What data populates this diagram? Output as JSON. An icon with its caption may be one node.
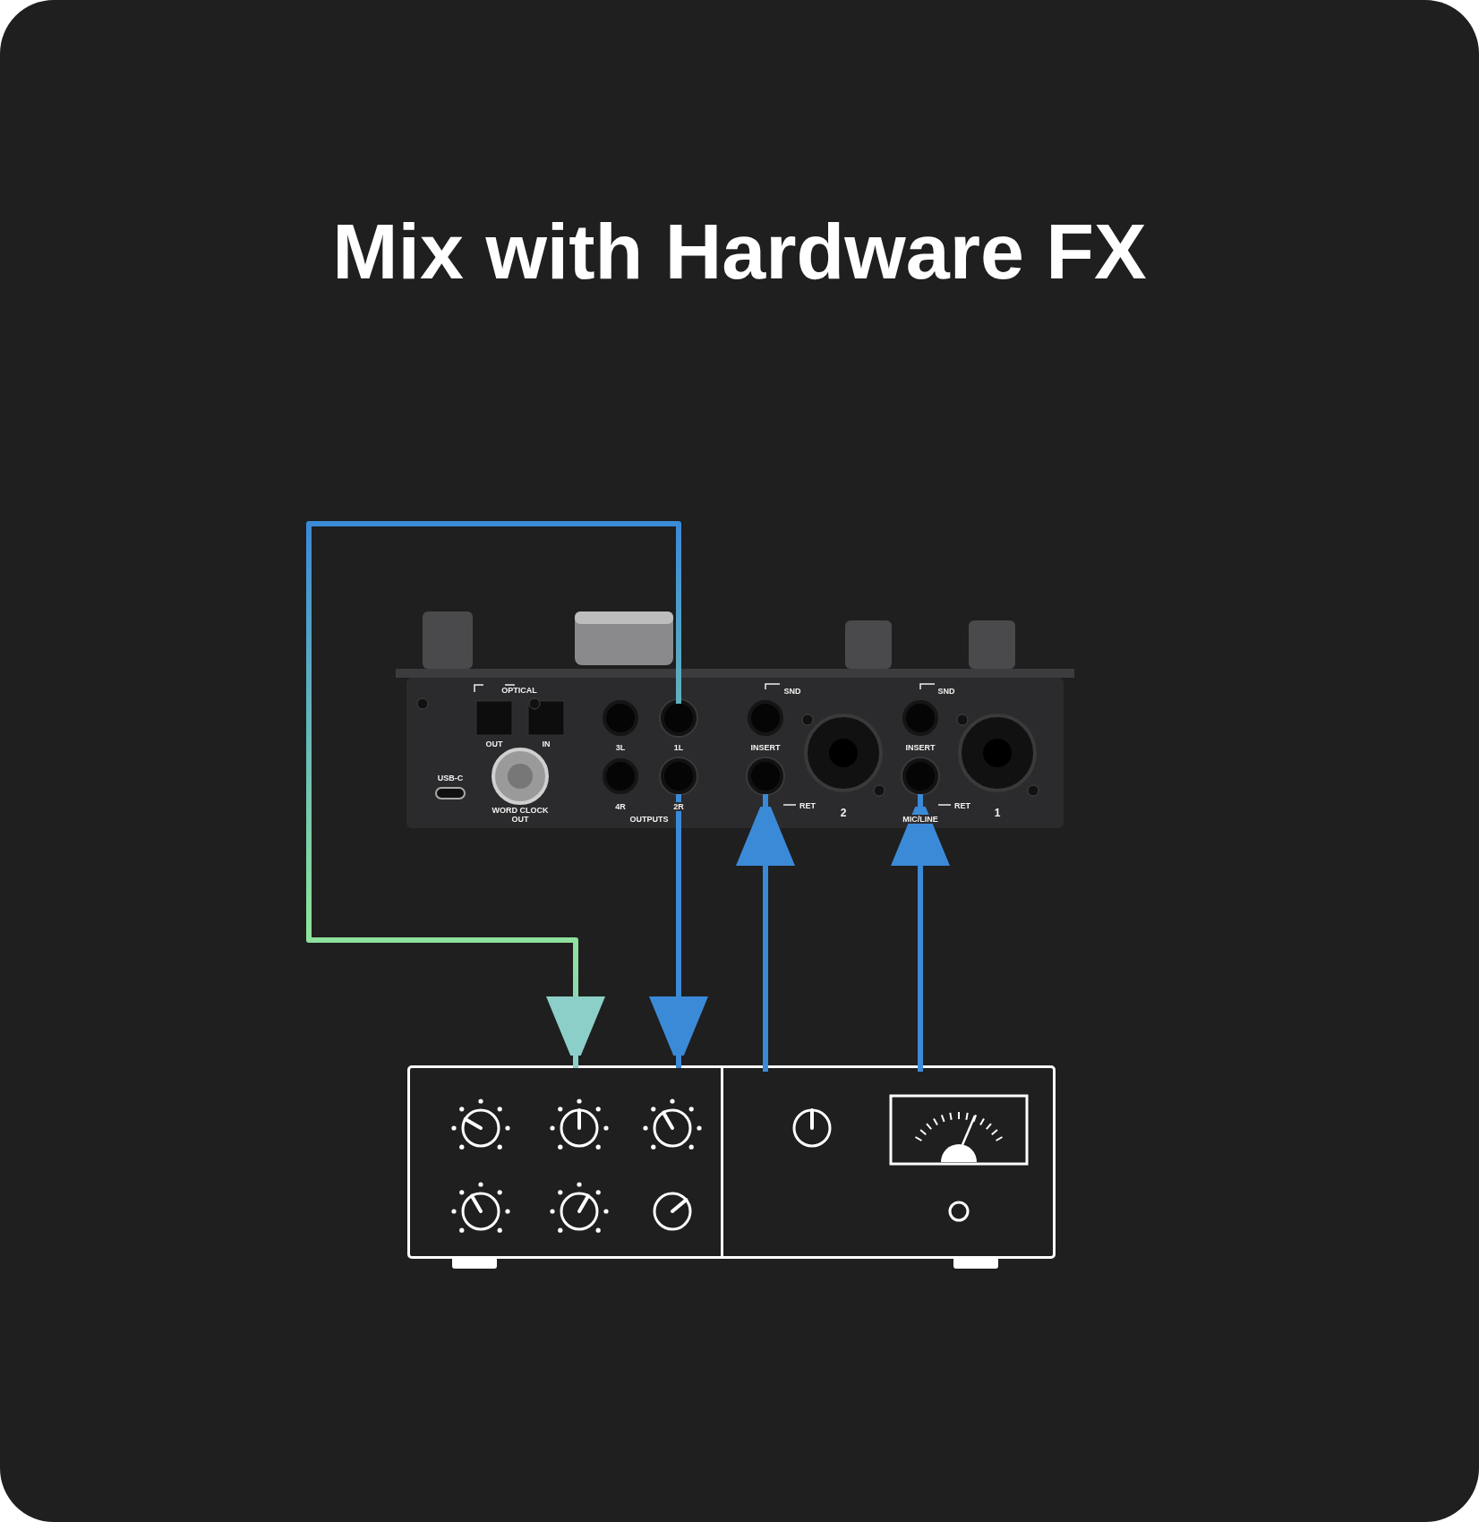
{
  "diagram": {
    "title": "Mix with Hardware FX",
    "nodes": [
      {
        "text": [],
        "shape": "picture"
      },
      {
        "text": [],
        "shape": "circle",
        "in": 0
      },
      {
        "text": [],
        "shape": "circle",
        "in": 0
      },
      {
        "text": [],
        "shape": "circle",
        "in": 0
      },
      {
        "text": [],
        "shape": "circle",
        "in": 0
      },
      {
        "text": [],
        "shape": "box"
      },
      {
        "text": [],
        "shape": "box",
        "in": 5
      },
      {
        "text": [],
        "shape": "box",
        "in": 5
      }
    ],
    "edges": [
      {
        "from": 1,
        "to": 6,
        "arrow": "to",
        "color": "#8ccfc8"
      },
      {
        "from": 2,
        "to": 6,
        "arrow": "to"
      },
      {
        "from": 7,
        "to": 3,
        "arrow": "to"
      },
      {
        "from": 7,
        "to": 4,
        "arrow": "to"
      }
    ],
    "labels": [
      "OPTICAL",
      "SND",
      "SND",
      "OUT",
      "IN",
      "3L",
      "1L",
      "INSERT",
      "INSERT",
      "USB-C",
      "4R",
      "2R",
      "RET",
      "RET",
      "2",
      "1",
      "WORD CLOCK OUT",
      "OUTPUTS",
      "MIC/LINE"
    ]
  }
}
